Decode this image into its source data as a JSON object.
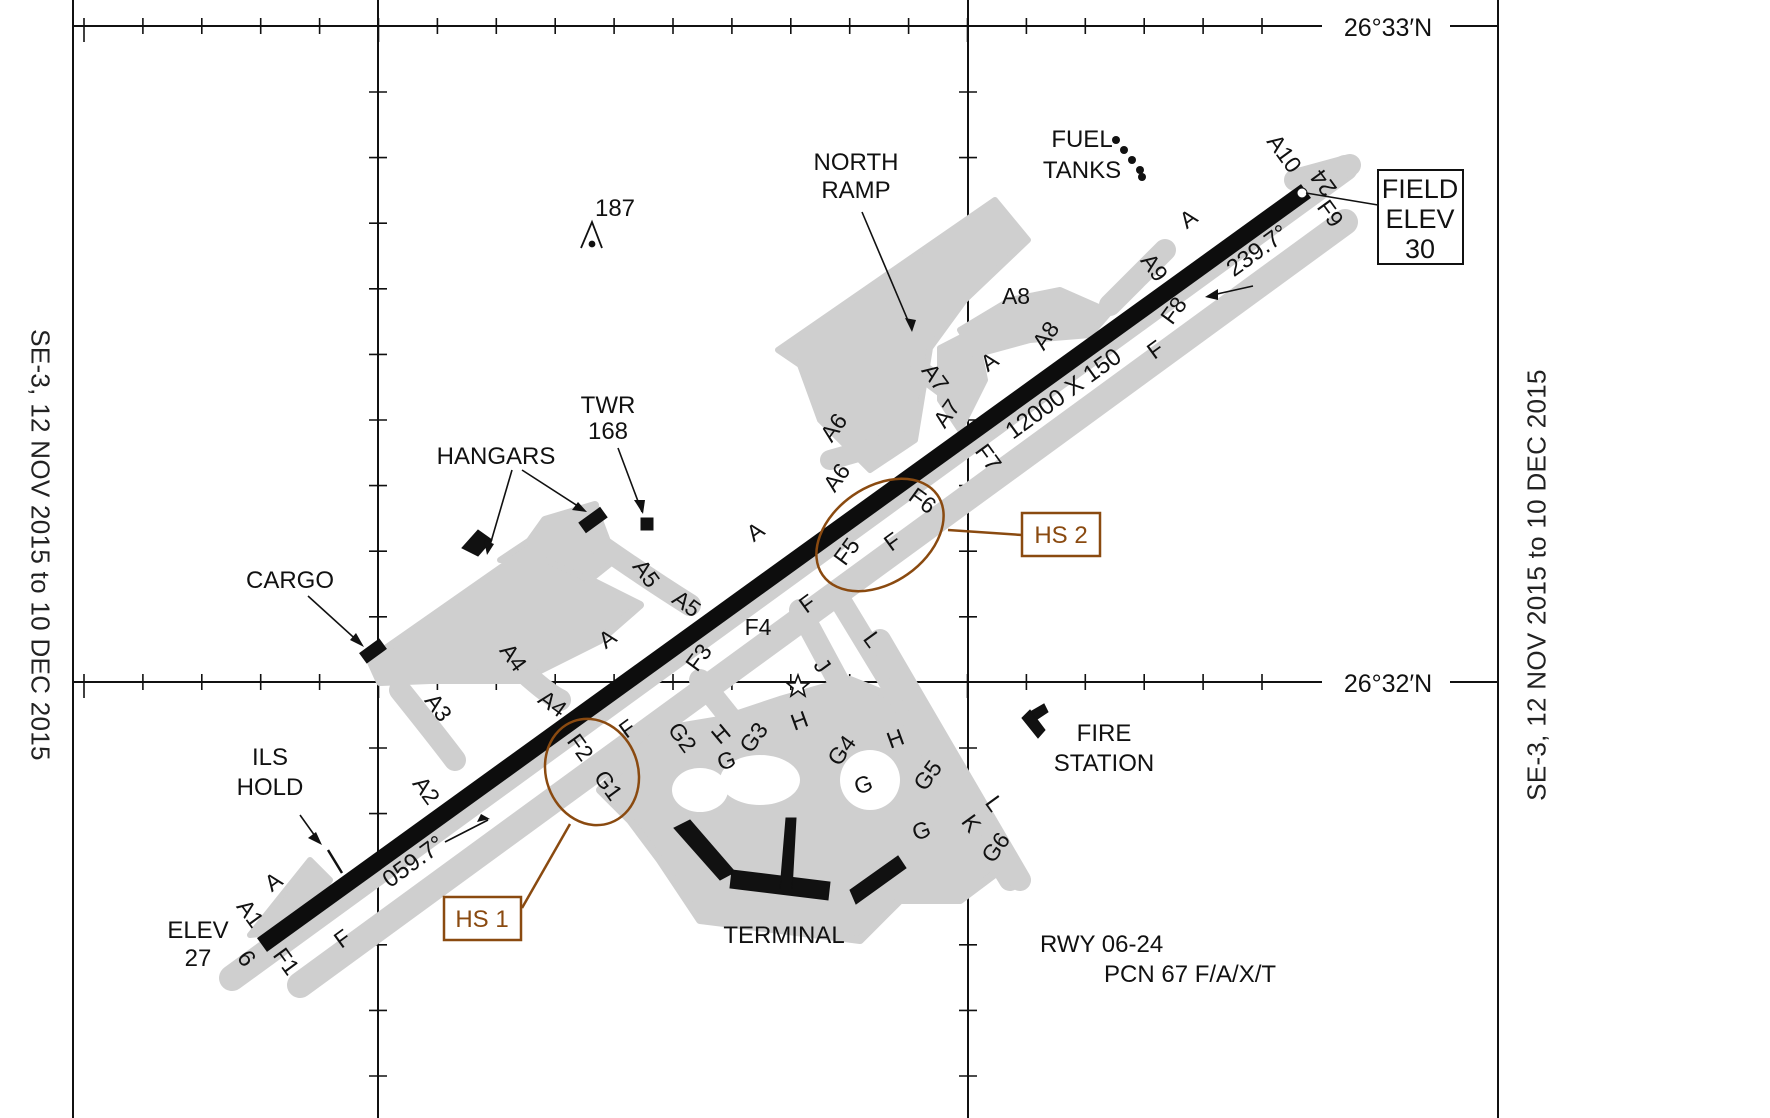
{
  "side_left": "SE-3, 12 NOV 2015 to 10 DEC 2015",
  "side_right": "SE-3, 12 NOV 2015 to 10 DEC 2015",
  "lat_top": "26°33′N",
  "lat_mid": "26°32′N",
  "labels": {
    "fuel": "FUEL",
    "tanks": "TANKS",
    "north": "NORTH",
    "ramp": "RAMP",
    "field": "FIELD",
    "elev": "ELEV",
    "field_elev": "30",
    "obstacle": "187",
    "twr": "TWR",
    "twr_elev": "168",
    "hangars": "HANGARS",
    "cargo": "CARGO",
    "ils": "ILS",
    "hold": "HOLD",
    "elev_27_label": "ELEV",
    "elev_27": "27",
    "terminal": "TERMINAL",
    "fire": "FIRE",
    "station": "STATION",
    "rwy": "RWY 06-24",
    "pcn": "PCN 67 F/A/X/T",
    "runway_dims": "12000 X 150",
    "hdg_06": "059.7°",
    "hdg_24": "239.7°",
    "rwy_end_6": "6",
    "rwy_end_24": "24",
    "hs1": "HS 1",
    "hs2": "HS 2"
  },
  "taxiways": {
    "A": "A",
    "F": "F",
    "G": "G",
    "H": "H",
    "J": "J",
    "K": "K",
    "L": "L",
    "A1": "A1",
    "A2": "A2",
    "A3": "A3",
    "A4": "A4",
    "A5": "A5",
    "A6": "A6",
    "A7": "A7",
    "A8": "A8",
    "A9": "A9",
    "A10": "A10",
    "F1": "F1",
    "F2": "F2",
    "F3": "F3",
    "F4": "F4",
    "F5": "F5",
    "F6": "F6",
    "F7": "F7",
    "F8": "F8",
    "F9": "F9",
    "G1": "G1",
    "G2": "G2",
    "G3": "G3",
    "G4": "G4",
    "G5": "G5",
    "G6": "G6"
  },
  "colors": {
    "pavement": "#cfcfcf",
    "runway": "#0d0d0d",
    "hotspot": "#8a4a10",
    "ink": "#111111"
  }
}
